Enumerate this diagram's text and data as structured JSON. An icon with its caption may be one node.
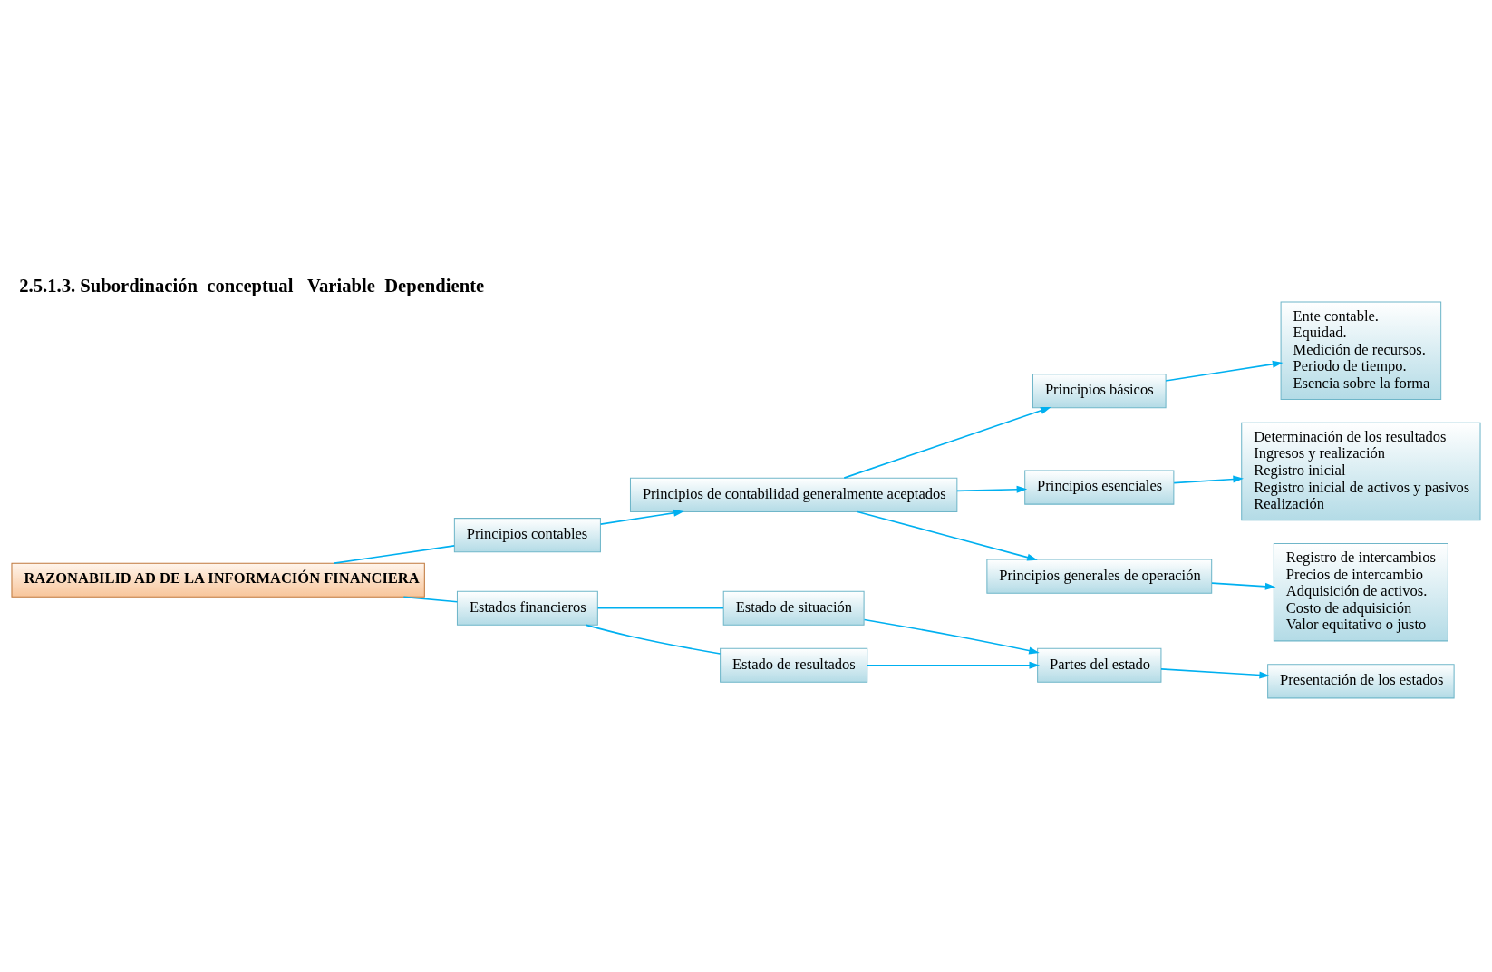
{
  "diagram": {
    "title": "2.5.1.3. Subordinación  conceptual   Variable  Dependiente",
    "nodes": [
      {
        "text": [
          "RAZONABILID AD DE LA INFORMACIÓN FINANCIERA"
        ]
      },
      {
        "text": [
          "Principios contables"
        ]
      },
      {
        "text": [
          "Principios de contabilidad generalmente aceptados"
        ]
      },
      {
        "text": [
          "Principios básicos"
        ]
      },
      {
        "text": [
          "Ente contable.",
          "Equidad.",
          "Medición de recursos.",
          "Periodo de tiempo.",
          "Esencia sobre la forma"
        ]
      },
      {
        "text": [
          "Principios esenciales"
        ]
      },
      {
        "text": [
          "Determinación de los resultados",
          "Ingresos y realización",
          "Registro inicial",
          "Registro inicial de activos y pasivos",
          "Realización"
        ]
      },
      {
        "text": [
          "Principios generales de operación"
        ]
      },
      {
        "text": [
          "Registro de intercambios",
          "Precios de intercambio",
          "Adquisición de activos.",
          "Costo de adquisición",
          "Valor equitativo o justo"
        ]
      },
      {
        "text": [
          "Estados financieros"
        ]
      },
      {
        "text": [
          "Estado de situación"
        ]
      },
      {
        "text": [
          "Estado de resultados"
        ]
      },
      {
        "text": [
          "Partes del estado"
        ]
      },
      {
        "text": [
          "Presentación de los estados"
        ]
      }
    ],
    "edges": [
      {
        "from": 0,
        "to": 1,
        "arrow": "none"
      },
      {
        "from": 0,
        "to": 9,
        "arrow": "none"
      },
      {
        "from": 1,
        "to": 2,
        "arrow": "to"
      },
      {
        "from": 2,
        "to": 3,
        "arrow": "to"
      },
      {
        "from": 2,
        "to": 5,
        "arrow": "to"
      },
      {
        "from": 2,
        "to": 7,
        "arrow": "to"
      },
      {
        "from": 3,
        "to": 4,
        "arrow": "to"
      },
      {
        "from": 5,
        "to": 6,
        "arrow": "to"
      },
      {
        "from": 7,
        "to": 8,
        "arrow": "to"
      },
      {
        "from": 9,
        "to": 10,
        "arrow": "none"
      },
      {
        "from": 9,
        "to": 11,
        "arrow": "none"
      },
      {
        "from": 10,
        "to": 12,
        "arrow": "to"
      },
      {
        "from": 11,
        "to": 12,
        "arrow": "to"
      },
      {
        "from": 12,
        "to": 13,
        "arrow": "to"
      }
    ]
  }
}
